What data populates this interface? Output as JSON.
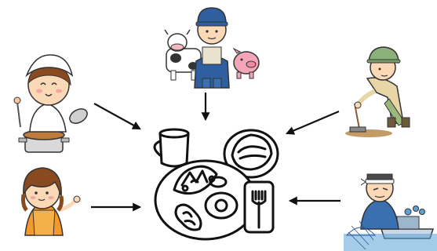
{
  "diagram": {
    "type": "flow-into-center",
    "center": "meal-plate",
    "producers": [
      {
        "id": "cook",
        "icon": "cook-icon"
      },
      {
        "id": "livestock-farmer",
        "icon": "livestock-farmer-icon"
      },
      {
        "id": "crop-farmer",
        "icon": "crop-farmer-icon"
      },
      {
        "id": "girl",
        "icon": "girl-icon"
      },
      {
        "id": "fisherman",
        "icon": "fisherman-icon"
      }
    ],
    "arrows": [
      {
        "from": "cook",
        "to": "meal-plate"
      },
      {
        "from": "livestock-farmer",
        "to": "meal-plate"
      },
      {
        "from": "crop-farmer",
        "to": "meal-plate"
      },
      {
        "from": "girl",
        "to": "meal-plate"
      },
      {
        "from": "fisherman",
        "to": "meal-plate"
      }
    ]
  },
  "colors": {
    "arrow": "#111111",
    "outline": "#333333",
    "skin": "#fbd9b7",
    "hair_brown": "#8a4a1f",
    "apron_orange": "#f39a2a",
    "cap_blue": "#2f5f9f",
    "overalls": "#2f5f9f",
    "pig_pink": "#f4a6b8",
    "cow_white": "#ffffff",
    "farmer_green": "#9bb87a",
    "sea": "#5aa2d6",
    "boat": "#c9d8e6",
    "soil": "#b8894a"
  }
}
